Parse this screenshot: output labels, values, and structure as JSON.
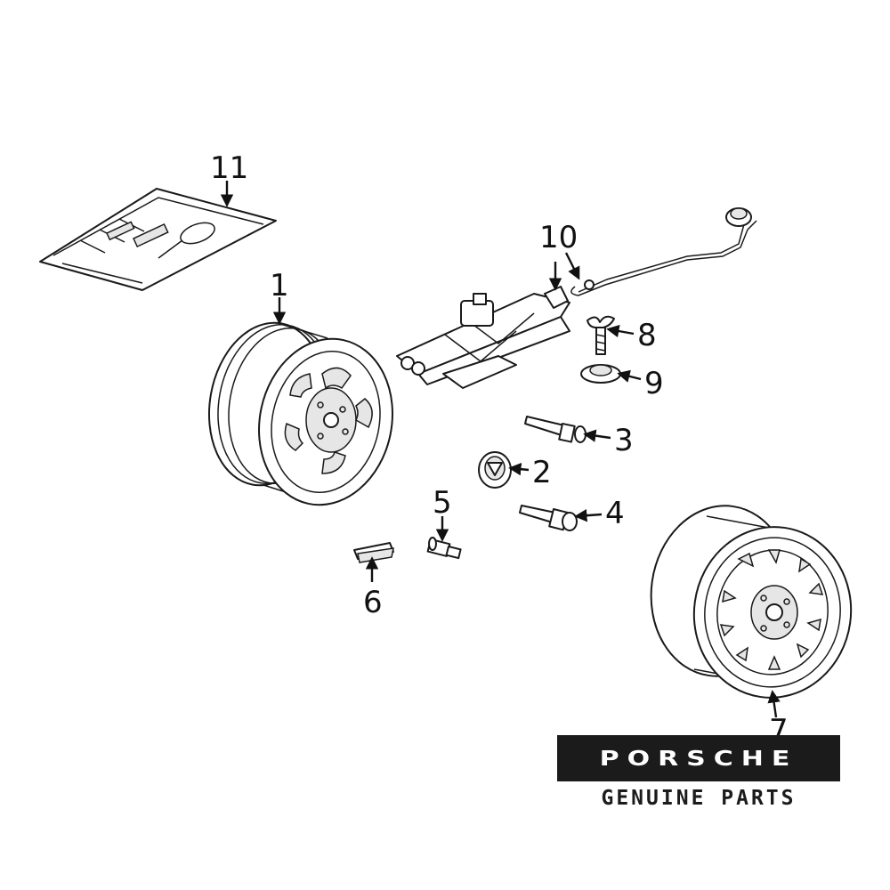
{
  "callouts": [
    {
      "id": "1",
      "text": "1"
    },
    {
      "id": "2",
      "text": "2"
    },
    {
      "id": "3",
      "text": "3"
    },
    {
      "id": "4",
      "text": "4"
    },
    {
      "id": "5",
      "text": "5"
    },
    {
      "id": "6",
      "text": "6"
    },
    {
      "id": "7",
      "text": "7"
    },
    {
      "id": "8",
      "text": "8"
    },
    {
      "id": "9",
      "text": "9"
    },
    {
      "id": "10",
      "text": "10"
    },
    {
      "id": "11",
      "text": "11"
    }
  ],
  "brand": {
    "wordmark": "PORSCHE",
    "tagline": "GENUINE PARTS"
  },
  "colors": {
    "line": "#1a1a1a",
    "banner": "#1b1b1b",
    "background": "#ffffff"
  }
}
